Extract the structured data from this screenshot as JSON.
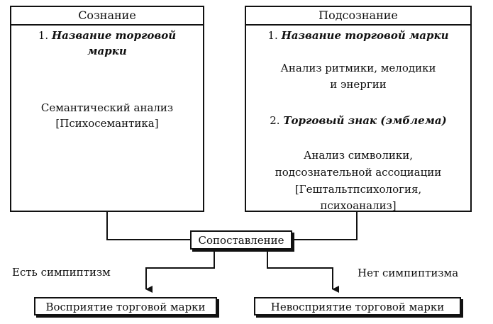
{
  "left_box": {
    "header": "Сознание",
    "item1_num": "1.",
    "item1_line1": "Название торговой",
    "item1_line2": "марки",
    "analysis_line1": "Семантический анализ",
    "analysis_line2": "[Психосемантика]"
  },
  "right_box": {
    "header": "Подсознание",
    "item1_num": "1.",
    "item1_text": "Название торговой марки",
    "item1_analysis_line1": "Анализ ритмики, мелодики",
    "item1_analysis_line2": "и энергии",
    "item2_num": "2.",
    "item2_text": "Торговый знак (эмблема)",
    "item2_analysis_line1": "Анализ символики,",
    "item2_analysis_line2": "подсознательной ассоциации",
    "item2_analysis_line3": "[Гештальтпсихология,",
    "item2_analysis_line4": "психоанализ]"
  },
  "comparison": "Сопоставление",
  "branch_left_label": "Есть симпиптизм",
  "branch_right_label": "Нет симпиптизма",
  "result_left": "Восприятие торговой марки",
  "result_right": "Невосприятие торговой марки"
}
